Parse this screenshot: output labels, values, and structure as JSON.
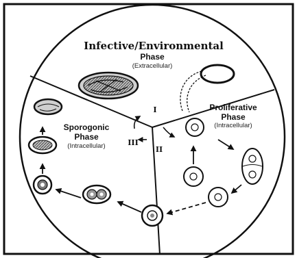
{
  "diagram": {
    "sectors": {
      "top": {
        "title": "Infective/Environmental",
        "phase_label": "Phase",
        "subtitle": "(Extracellular)"
      },
      "left": {
        "title": "Sporogonic",
        "phase_label": "Phase",
        "subtitle": "(Intracellular)"
      },
      "right": {
        "title": "Proliferative",
        "phase_label": "Phase",
        "subtitle": "(Intracellular)"
      }
    },
    "transitions": {
      "one": "I",
      "two": "II",
      "three": "III"
    },
    "colors": {
      "ink": "#111111",
      "background": "#ffffff",
      "cell_fill": "#9a9a9a"
    }
  }
}
